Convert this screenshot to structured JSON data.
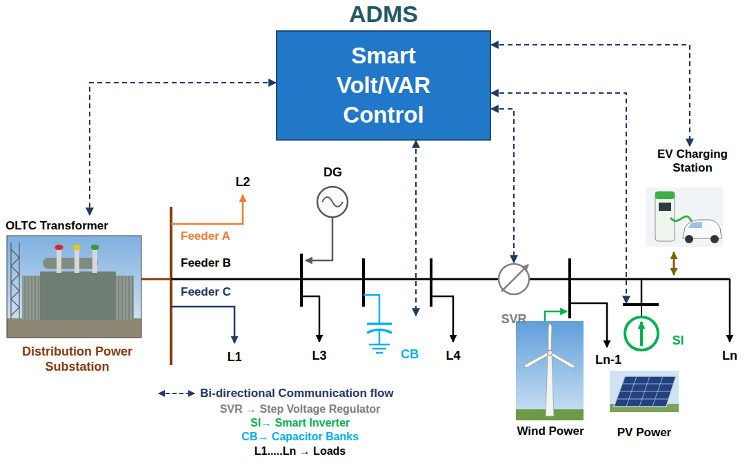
{
  "diagram": {
    "title": "ADMS",
    "nodes": [
      {
        "text": [
          "Smart Volt/VAR Control"
        ]
      },
      {
        "text": [
          "OLTC Transformer",
          "Distribution Power Substation"
        ]
      },
      {
        "text": [
          "DG"
        ]
      },
      {
        "text": [
          "CB"
        ]
      },
      {
        "text": [
          "SVR"
        ]
      },
      {
        "text": [
          "SI"
        ]
      },
      {
        "text": [
          "EV Charging Station"
        ]
      },
      {
        "text": [
          "Wind Power"
        ]
      },
      {
        "text": [
          "PV Power"
        ]
      }
    ],
    "edges": [
      {
        "from": 0,
        "to": 1,
        "arrow": "both"
      },
      {
        "from": 0,
        "to": 3,
        "arrow": "both"
      },
      {
        "from": 0,
        "to": 4,
        "arrow": "both"
      },
      {
        "from": 0,
        "to": 5,
        "arrow": "both"
      },
      {
        "from": 0,
        "to": 6,
        "arrow": "both"
      }
    ],
    "labels": [
      "L2",
      "Feeder A",
      "Feeder B",
      "Feeder C",
      "L1",
      "L3",
      "L4",
      "Ln-1",
      "Ln",
      "SVR → Step Voltage Regulator",
      "SI→ Smart Inverter",
      "CB→ Capacitor Banks",
      "L1.....Ln → Loads"
    ],
    "legend": [
      {
        "text": "Bi-directional Communication flow"
      }
    ]
  }
}
